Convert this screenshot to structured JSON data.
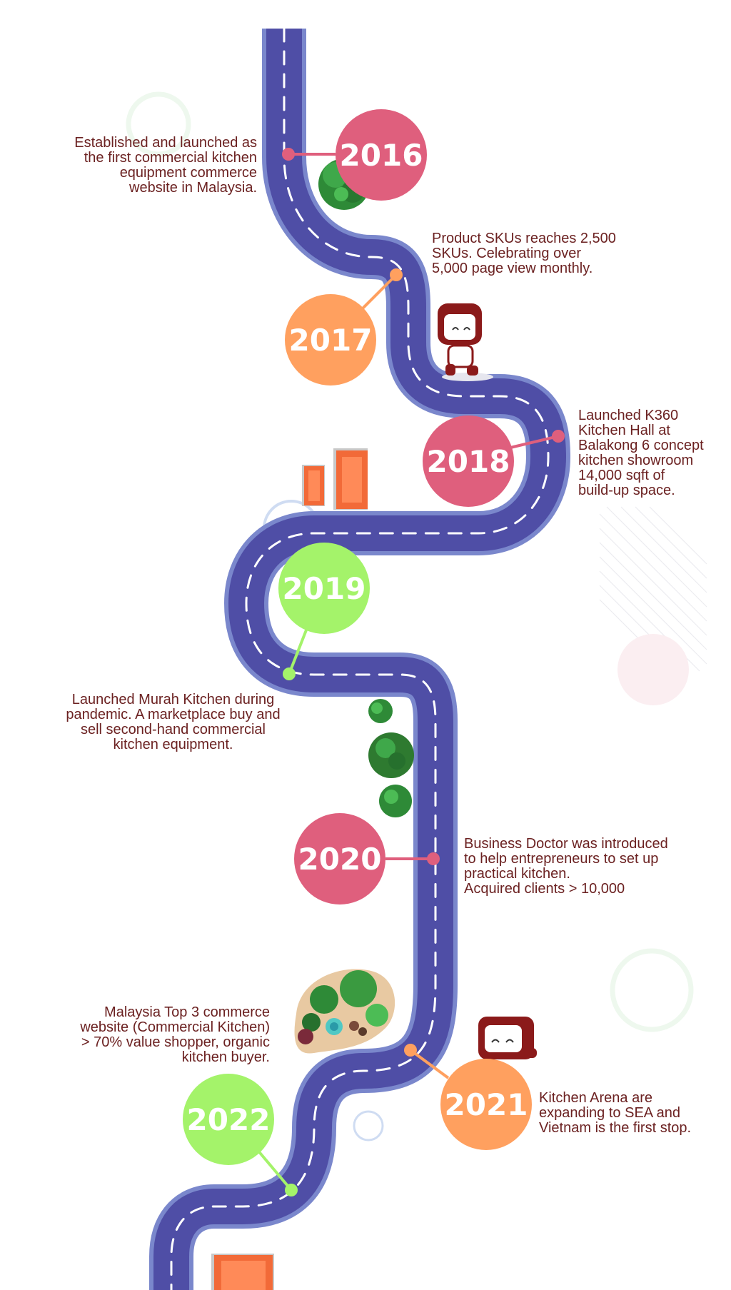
{
  "colors": {
    "road": "#4f4ea6",
    "road_edge": "#7a87cc",
    "dash": "#ffffff",
    "text": "#6b2121",
    "pink": "#df5f7d",
    "orange": "#ffa05f",
    "green": "#a4f36a",
    "building": "#f26a38",
    "tree": "#2e8a37",
    "mascot": "#8b1a1a"
  },
  "milestones": [
    {
      "year": "2016",
      "color": "pink",
      "text": "Established and launched as\nthe first commercial kitchen\nequipment commerce\nwebsite in Malaysia."
    },
    {
      "year": "2017",
      "color": "orange",
      "text": "Product SKUs reaches 2,500\nSKUs. Celebrating over\n5,000 page view monthly."
    },
    {
      "year": "2018",
      "color": "pink",
      "text": "Launched K360\nKitchen Hall at\nBalakong  6 concept\nkitchen showroom\n14,000 sqft of\nbuild-up space."
    },
    {
      "year": "2019",
      "color": "green",
      "text": "Launched Murah Kitchen during\npandemic. A marketplace buy and\nsell second-hand commercial\nkitchen equipment."
    },
    {
      "year": "2020",
      "color": "pink",
      "text": "Business Doctor was introduced\nto help entrepreneurs to set up\npractical kitchen.\nAcquired clients > 10,000"
    },
    {
      "year": "2021",
      "color": "orange",
      "text": "Kitchen Arena are\nexpanding to SEA and\nVietnam is the first stop."
    },
    {
      "year": "2022",
      "color": "green",
      "text": "Malaysia Top 3 commerce\nwebsite (Commercial Kitchen)\n> 70% value shopper, organic\nkitchen buyer."
    }
  ],
  "icons": {
    "mascot": "mascot-icon",
    "tree": "tree-icon",
    "building": "building-icon",
    "garden": "garden-icon"
  }
}
